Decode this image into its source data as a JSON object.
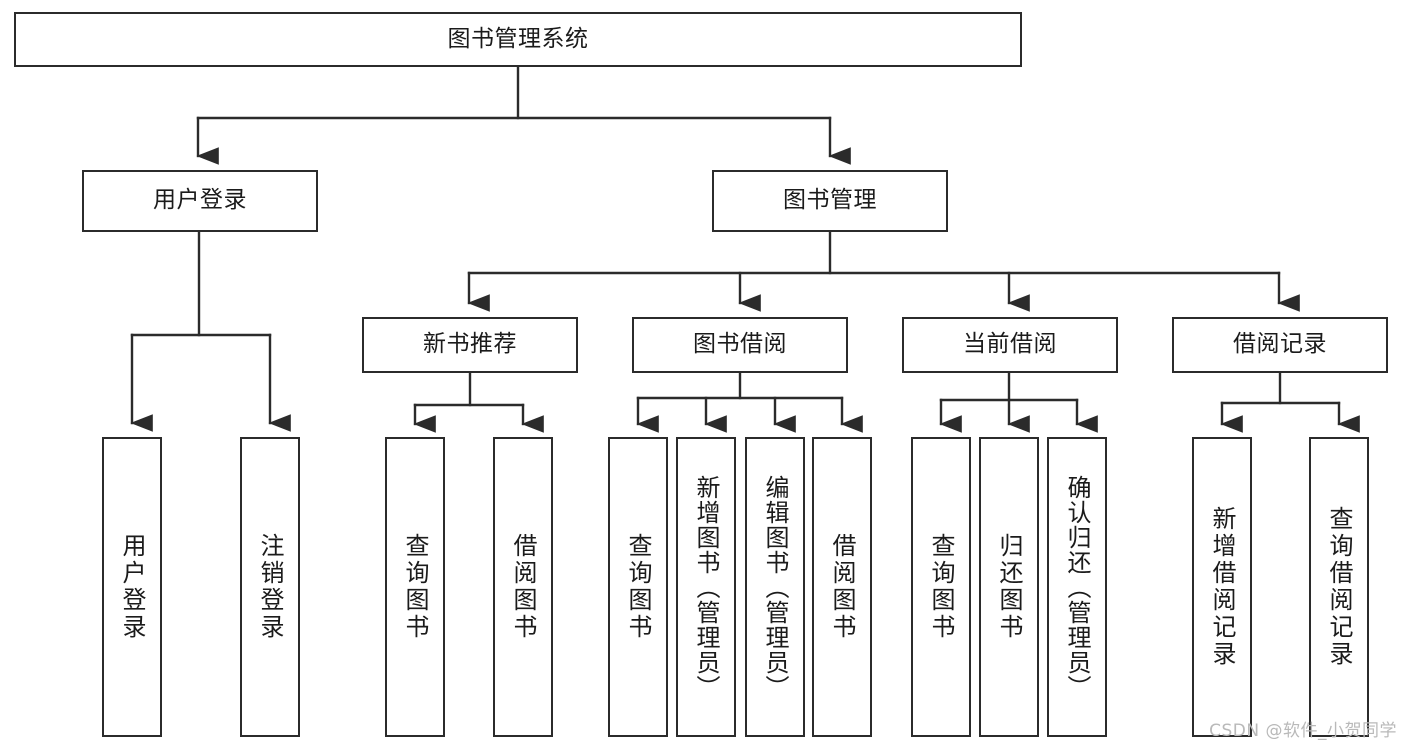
{
  "diagram": {
    "type": "tree-hierarchy-chart",
    "title": "图书管理系统",
    "watermark": "CSDN @软件_小贺同学",
    "line_color": "#2b2b2b",
    "box_fill": "#ffffff",
    "text_color": "#1b1b1b",
    "watermark_color": "#b9b9b9"
  },
  "nodes": {
    "root": {
      "label": "图书管理系统"
    },
    "level2": [
      {
        "label": "用户登录"
      },
      {
        "label": "图书管理"
      }
    ],
    "level3": [
      {
        "label": "新书推荐"
      },
      {
        "label": "图书借阅"
      },
      {
        "label": "当前借阅"
      },
      {
        "label": "借阅记录"
      }
    ],
    "leaves": {
      "user_login": [
        {
          "label": "用户登录"
        },
        {
          "label": "注销登录"
        }
      ],
      "new_book_recommend": [
        {
          "label": "查询图书"
        },
        {
          "label": "借阅图书"
        }
      ],
      "book_borrow": [
        {
          "label": "查询图书"
        },
        {
          "label": "新增图书（管理员）"
        },
        {
          "label": "编辑图书（管理员）"
        },
        {
          "label": "借阅图书"
        }
      ],
      "current_borrow": [
        {
          "label": "查询图书"
        },
        {
          "label": "归还图书"
        },
        {
          "label": "确认归还（管理员）"
        }
      ],
      "borrow_record": [
        {
          "label": "新增借阅记录"
        },
        {
          "label": "查询借阅记录"
        }
      ]
    }
  }
}
